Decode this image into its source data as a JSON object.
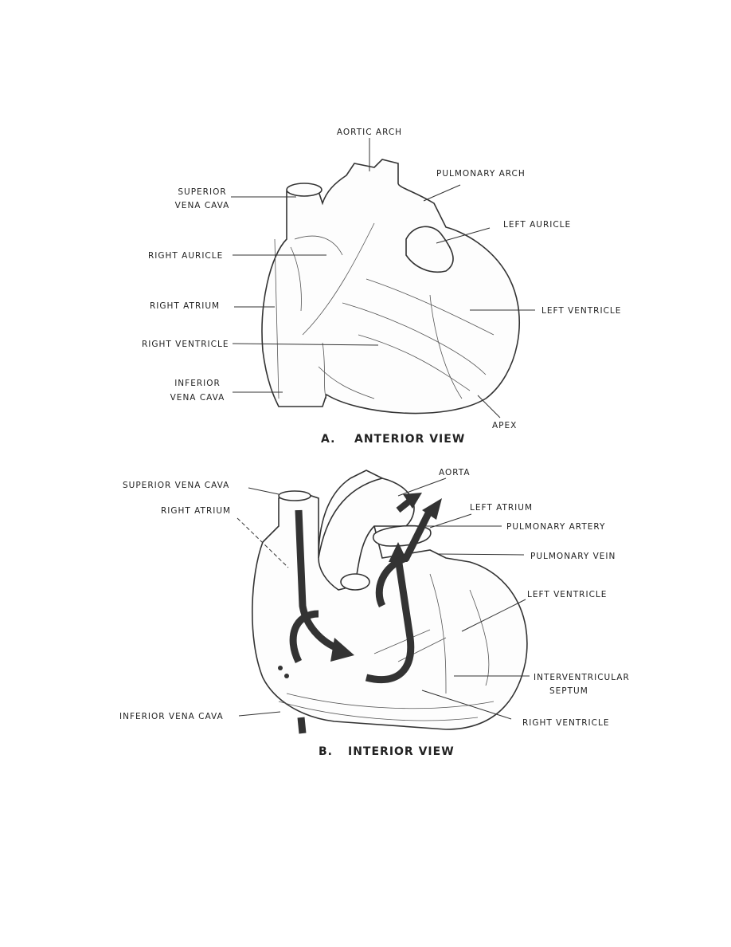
{
  "anterior": {
    "caption_letter": "A.",
    "caption": "ANTERIOR VIEW",
    "labels": {
      "aortic_arch": "AORTIC ARCH",
      "superior_vena_cava_1": "SUPERIOR",
      "superior_vena_cava_2": "VENA CAVA",
      "pulmonary_arch": "PULMONARY ARCH",
      "left_auricle": "LEFT AURICLE",
      "right_auricle": "RIGHT AURICLE",
      "right_atrium": "RIGHT ATRIUM",
      "left_ventricle": "LEFT VENTRICLE",
      "right_ventricle": "RIGHT VENTRICLE",
      "inferior_vena_cava_1": "INFERIOR",
      "inferior_vena_cava_2": "VENA CAVA",
      "apex": "APEX"
    }
  },
  "interior": {
    "caption_letter": "B.",
    "caption": "INTERIOR VIEW",
    "labels": {
      "superior_vena_cava": "SUPERIOR VENA CAVA",
      "right_atrium": "RIGHT ATRIUM",
      "aorta": "AORTA",
      "left_atrium": "LEFT ATRIUM",
      "pulmonary_artery": "PULMONARY ARTERY",
      "pulmonary_vein": "PULMONARY VEIN",
      "left_ventricle": "LEFT VENTRICLE",
      "interventricular_septum_1": "INTERVENTRICULAR",
      "interventricular_septum_2": "SEPTUM",
      "right_ventricle": "RIGHT VENTRICLE",
      "inferior_vena_cava": "INFERIOR VENA CAVA"
    }
  }
}
